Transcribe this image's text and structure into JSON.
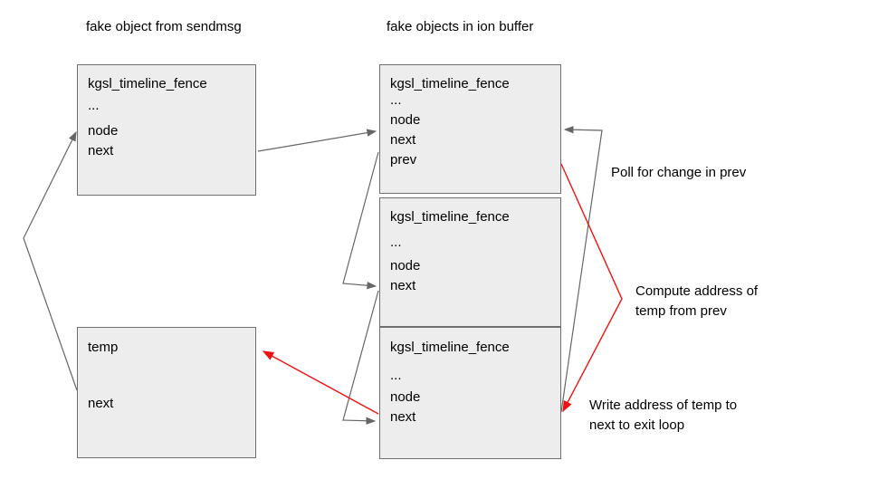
{
  "headers": {
    "sendmsg": "fake object from sendmsg",
    "ion": "fake objects in ion buffer"
  },
  "boxes": {
    "sendmsg": {
      "title": "kgsl_timeline_fence",
      "fields": [
        "...",
        "node",
        "next"
      ]
    },
    "ion1": {
      "title": "kgsl_timeline_fence",
      "fields": [
        "...",
        "node",
        "next",
        "prev"
      ]
    },
    "ion2": {
      "title": "kgsl_timeline_fence",
      "fields": [
        "...",
        "node",
        "next"
      ]
    },
    "ion3": {
      "title": "kgsl_timeline_fence",
      "fields": [
        "...",
        "node",
        "next"
      ]
    },
    "temp": {
      "title": "temp",
      "fields": [
        "next"
      ]
    }
  },
  "annotations": {
    "poll": "Poll for change in prev",
    "compute_line1": "Compute address of",
    "compute_line2": "temp from prev",
    "write_line1": "Write address of temp to",
    "write_line2": "next to exit loop"
  },
  "colors": {
    "box_fill": "#ededed",
    "box_border": "#6f6f6f",
    "arrow_gray": "#666666",
    "arrow_red": "#f01212",
    "text": "#000000"
  }
}
